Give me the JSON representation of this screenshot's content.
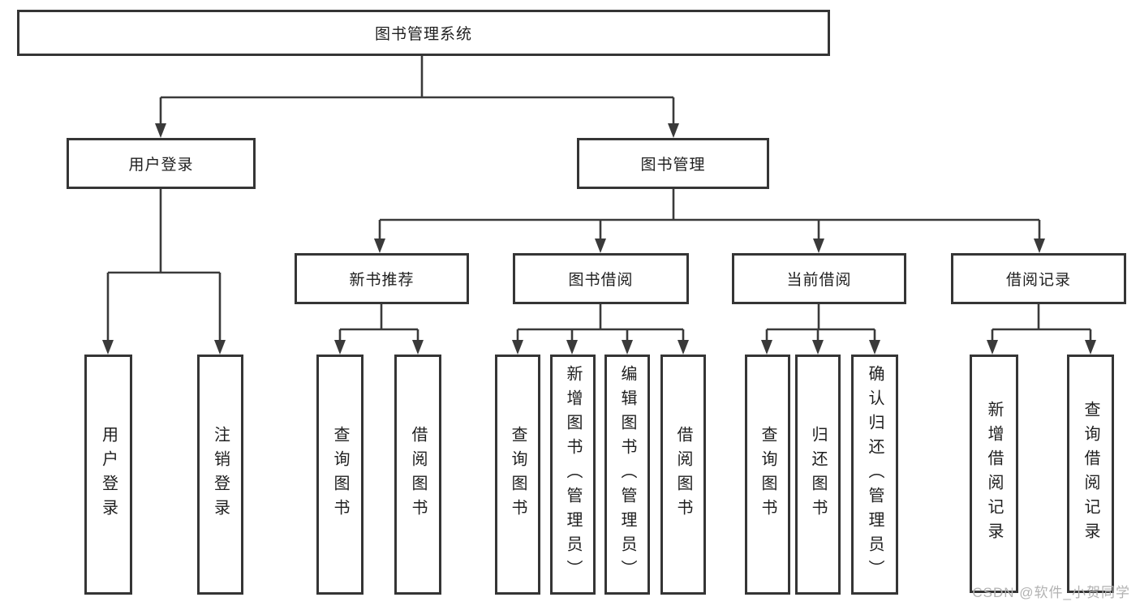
{
  "diagram": {
    "root": "图书管理系统",
    "level2": {
      "user_login": "用户登录",
      "book_mgmt": "图书管理"
    },
    "level3": {
      "new_books": "新书推荐",
      "borrowing": "图书借阅",
      "current": "当前借阅",
      "records": "借阅记录"
    },
    "leaves": {
      "user_login_login": "用户登录",
      "user_login_logout": "注销登录",
      "new_books_query": "查询图书",
      "new_books_borrow": "借阅图书",
      "borrowing_query": "查询图书",
      "borrowing_add": "新增图书（管理员）",
      "borrowing_edit": "编辑图书（管理员）",
      "borrowing_borrow": "借阅图书",
      "current_query": "查询图书",
      "current_return": "归还图书",
      "current_confirm": "确认归还（管理员）",
      "records_add": "新增借阅记录",
      "records_query": "查询借阅记录"
    }
  },
  "watermark": "CSDN @软件_小贺同学",
  "colors": {
    "line": "#3a3a3a",
    "border": "#353535",
    "text": "#1f1f1f",
    "watermark_text": "#b2b2b2",
    "background": "#ffffff"
  }
}
